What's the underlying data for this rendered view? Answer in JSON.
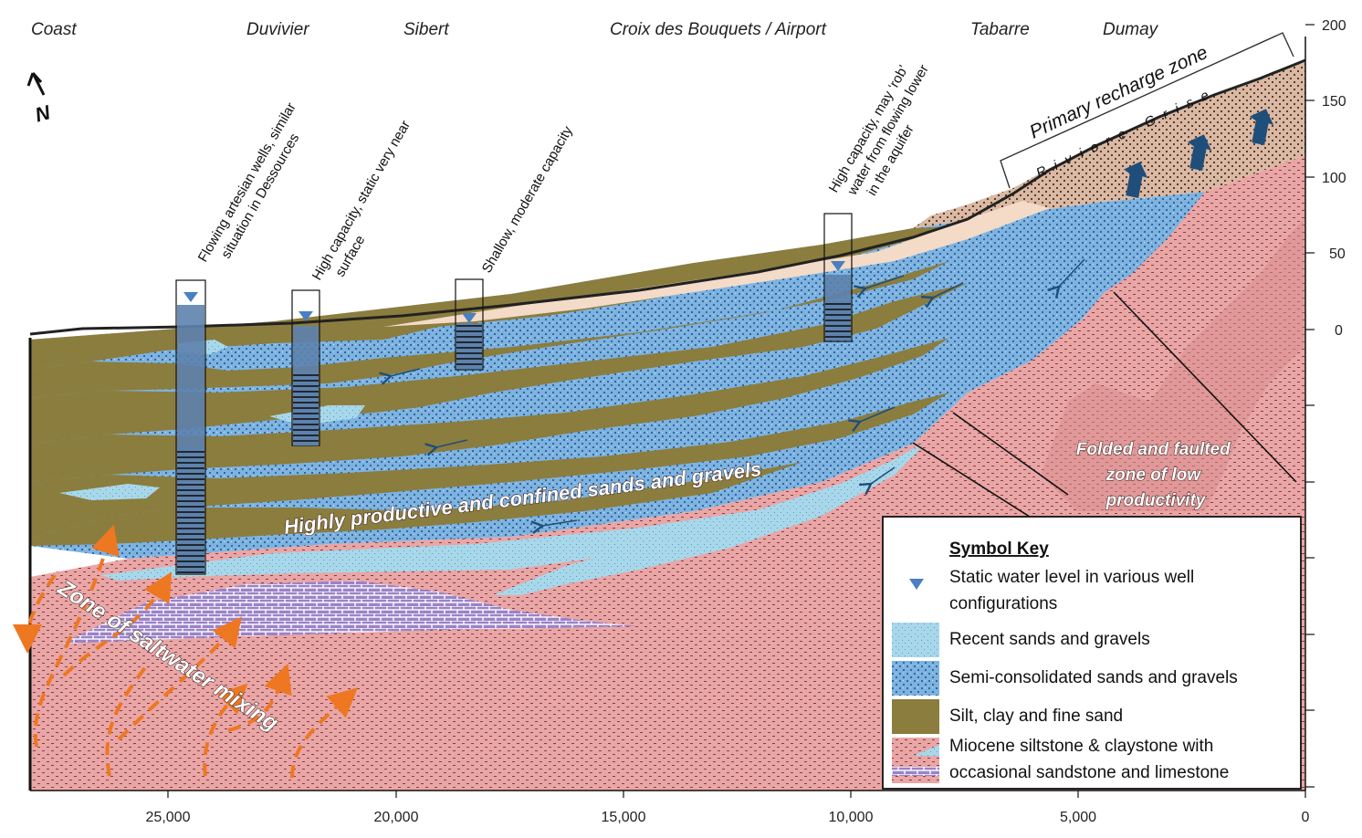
{
  "localities": [
    "Coast",
    "Duvivier",
    "Sibert",
    "Croix des Bouquets / Airport",
    "Tabarre",
    "Dumay"
  ],
  "north_label": "N",
  "x_axis": {
    "ticks": [
      "25,000",
      "20,000",
      "15,000",
      "10,000",
      "5,000",
      "0"
    ]
  },
  "y_axis": {
    "ticks": [
      "200",
      "150",
      "100",
      "50",
      "0"
    ]
  },
  "wells": [
    {
      "label_lines": [
        "Flowing artesian wells, similar",
        "situation in Dessources"
      ]
    },
    {
      "label_lines": [
        "High capacity, static very near",
        "surface"
      ]
    },
    {
      "label_lines": [
        "Shallow, moderate capacity"
      ]
    },
    {
      "label_lines": [
        "High capacity, may ‘rob’",
        "water from flowing lower",
        "in the aquifer"
      ]
    }
  ],
  "recharge": {
    "label": "Primary recharge zone",
    "river": "Riviere Grise"
  },
  "zones": {
    "productive": "Highly productive and confined sands and gravels",
    "folded": [
      "Folded and faulted",
      "zone of low",
      "productivity"
    ],
    "saltwater": "Zone of saltwater mixing"
  },
  "legend": {
    "title": "Symbol Key",
    "items": [
      {
        "lines": [
          "Static water level in various well",
          "configurations"
        ],
        "symbol": "triangle-icon"
      },
      {
        "lines": [
          "Recent sands and gravels"
        ],
        "symbol": "swatch",
        "color": "#a9d7ea"
      },
      {
        "lines": [
          "Semi-consolidated sands and gravels"
        ],
        "symbol": "swatch",
        "color": "#6fa9d9"
      },
      {
        "lines": [
          "Silt, clay and fine sand"
        ],
        "symbol": "swatch",
        "color": "#8b7d3e"
      },
      {
        "lines": [
          "Miocene siltstone & claystone with",
          "occasional sandstone and limestone"
        ],
        "symbol": "swatch",
        "color": "#e8a3a3"
      }
    ]
  },
  "colors": {
    "silt": "#8b7d3e",
    "semi": "#6fa9d9",
    "recent": "#a9d7ea",
    "miocene": "#e8a3a3",
    "limestone": "#9b82c8",
    "surface_top": "#e5cdb9",
    "arrow_dark": "#1f4e7a",
    "saltwater_arrow": "#ee7722"
  }
}
